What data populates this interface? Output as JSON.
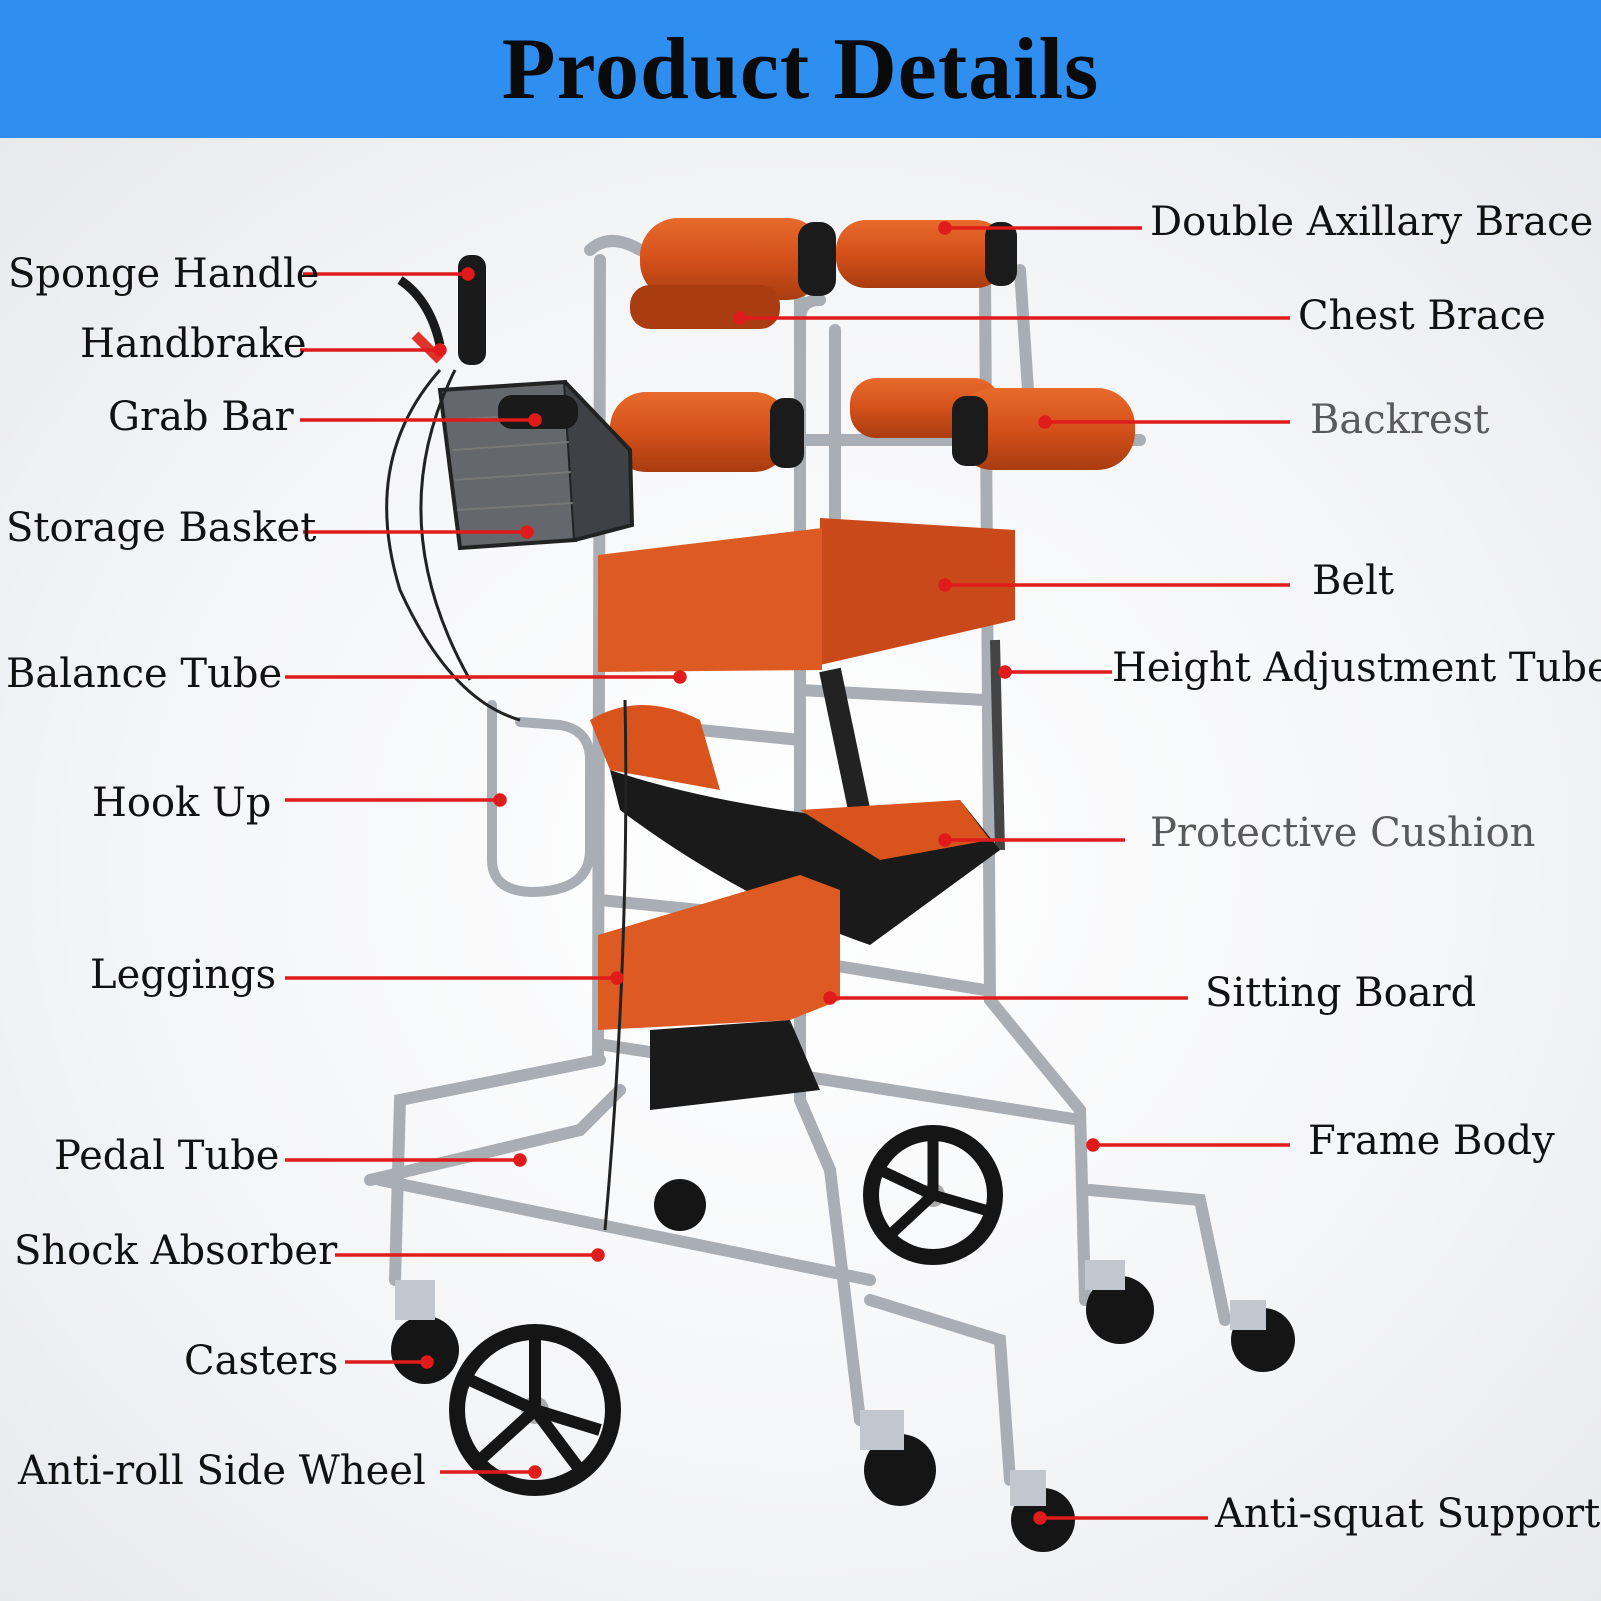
{
  "title": "Product Details",
  "labels": {
    "sponge_handle": "Sponge Handle",
    "handbrake": "Handbrake",
    "grab_bar": "Grab Bar",
    "storage_basket": "Storage Basket",
    "balance_tube": "Balance Tube",
    "hook_up": "Hook Up",
    "leggings": "Leggings",
    "pedal_tube": "Pedal Tube",
    "shock_absorber": "Shock Absorber",
    "casters": "Casters",
    "anti_roll_side_wheel": "Anti-roll Side Wheel",
    "double_axillary_brace": "Double Axillary Brace",
    "chest_brace": "Chest Brace",
    "backrest": "Backrest",
    "belt": "Belt",
    "height_adjustment_tube": "Height Adjustment Tube",
    "protective_cushion": "Protective Cushion",
    "sitting_board": "Sitting Board",
    "frame_body": "Frame Body",
    "anti_squat_support": "Anti-squat Support"
  },
  "colors": {
    "header": "#2f8ff0",
    "leader": "#e01b1b",
    "fabric": "#d9531c",
    "frame": "#bfc4cb"
  }
}
